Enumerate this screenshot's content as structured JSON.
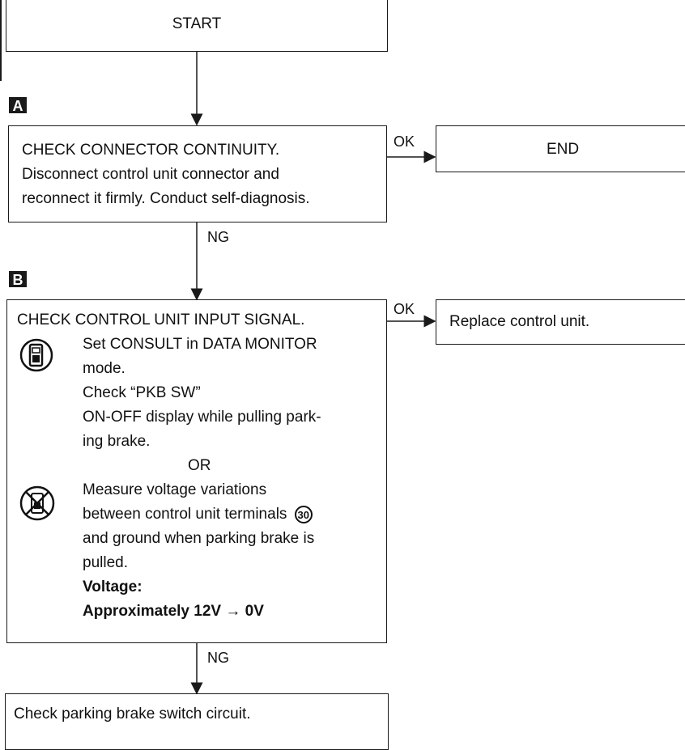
{
  "start_box": {
    "label": "START"
  },
  "step_a": {
    "badge": "A",
    "lines": [
      "CHECK CONNECTOR CONTINUITY.",
      "Disconnect control unit connector and",
      "reconnect it firmly. Conduct self-diagnosis."
    ],
    "ok_label": "OK",
    "ng_label": "NG"
  },
  "end_box": {
    "label": "END"
  },
  "step_b": {
    "badge": "B",
    "title": "CHECK CONTROL UNIT INPUT SIGNAL.",
    "consult_lines": [
      "Set CONSULT in DATA MONITOR",
      "mode.",
      "Check “PKB SW”",
      "ON-OFF display while pulling park-",
      "ing brake."
    ],
    "or_label": "OR",
    "tester_line_1": "Measure voltage variations",
    "tester_line_2": "between control unit terminals",
    "terminal_number": "30",
    "tester_line_3": "and ground when parking brake is",
    "tester_line_4": "pulled.",
    "voltage_label": "Voltage:",
    "voltage_value": "Approximately 12V → 0V",
    "ok_label": "OK",
    "ng_label": "NG"
  },
  "replace_box": {
    "label": "Replace control unit."
  },
  "final_box": {
    "label": "Check parking brake switch circuit."
  },
  "icons": {
    "consult": "consult-tester-icon",
    "no_consult": "no-consult-icon"
  }
}
